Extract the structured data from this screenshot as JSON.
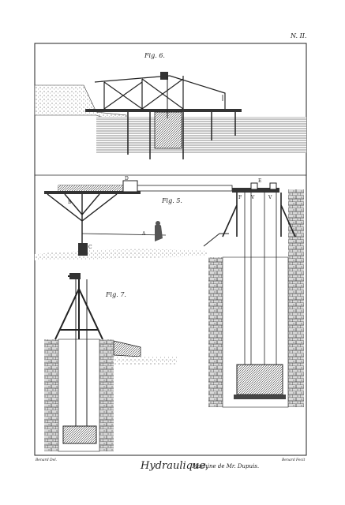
{
  "plate": {
    "number": "N. II.",
    "title": "Hydraulique,",
    "subtitle": "Machine de Mr. Dupuis.",
    "engraver_left": "Benard Del.",
    "engraver_right": "Benard Fecit"
  },
  "figures": [
    {
      "label": "Fig. 6."
    },
    {
      "label": "Fig. 5."
    },
    {
      "label": "Fig. 7."
    }
  ],
  "letters": {
    "D": "D",
    "B": "B",
    "A": "A",
    "C": "C",
    "E": "E",
    "F": "F",
    "V1": "V",
    "V2": "V"
  }
}
